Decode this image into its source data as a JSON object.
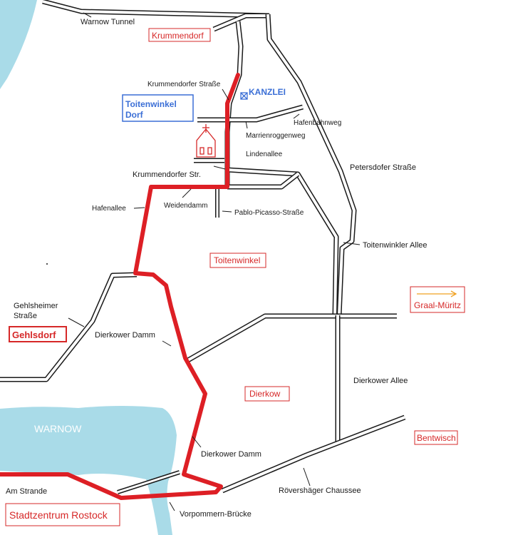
{
  "colors": {
    "water": "#a9dbe8",
    "route": "#dd1f25",
    "place_label": "#d62828",
    "office": "#3b6fd6",
    "arrow": "#f0a020"
  },
  "water": {
    "warnow_label": "WARNOW"
  },
  "streets": {
    "warnow_tunnel": "Warnow Tunnel",
    "krummendorfer_strasse": "Krummendorfer Straße",
    "hafenbahnweg": "Hafenbahnweg",
    "marrienroggenweg": "Marrienroggenweg",
    "lindenallee": "Lindenallee",
    "petersdorfer_strasse": "Petersdofer Straße",
    "krummendorfer_str": "Krummendorfer Str.",
    "hafenallee": "Hafenallee",
    "weidendamm": "Weidendamm",
    "pablo_picasso": "Pablo-Picasso-Straße",
    "toitenwinkler_allee": "Toitenwinkler Allee",
    "gehlsheimer_line1": "Gehlsheimer",
    "gehlsheimer_line2": "Straße",
    "dierkower_damm_north": "Dierkower Damm",
    "dierkower_allee": "Dierkower Allee",
    "dierkower_damm_south": "Dierkower Damm",
    "am_strande": "Am Strande",
    "roevershaeger": "Rövershäger Chaussee",
    "vorpommern_bruecke": "Vorpommern-Brücke"
  },
  "places": {
    "krummendorf": "Krummendorf",
    "toitenwinkel_dorf_line1": "Toitenwinkel",
    "toitenwinkel_dorf_line2": "Dorf",
    "toitenwinkel": "Toitenwinkel",
    "gehlsdorf": "Gehlsdorf",
    "dierkow": "Dierkow",
    "graal_mueritz": "Graal-Müritz",
    "bentwisch": "Bentwisch",
    "stadtzentrum": "Stadtzentrum Rostock"
  },
  "office": {
    "label": "KANZLEI",
    "icon": "office-marker-icon"
  },
  "landmarks": {
    "church_icon": "church-icon",
    "direction_arrow_icon": "arrow-right-icon"
  }
}
